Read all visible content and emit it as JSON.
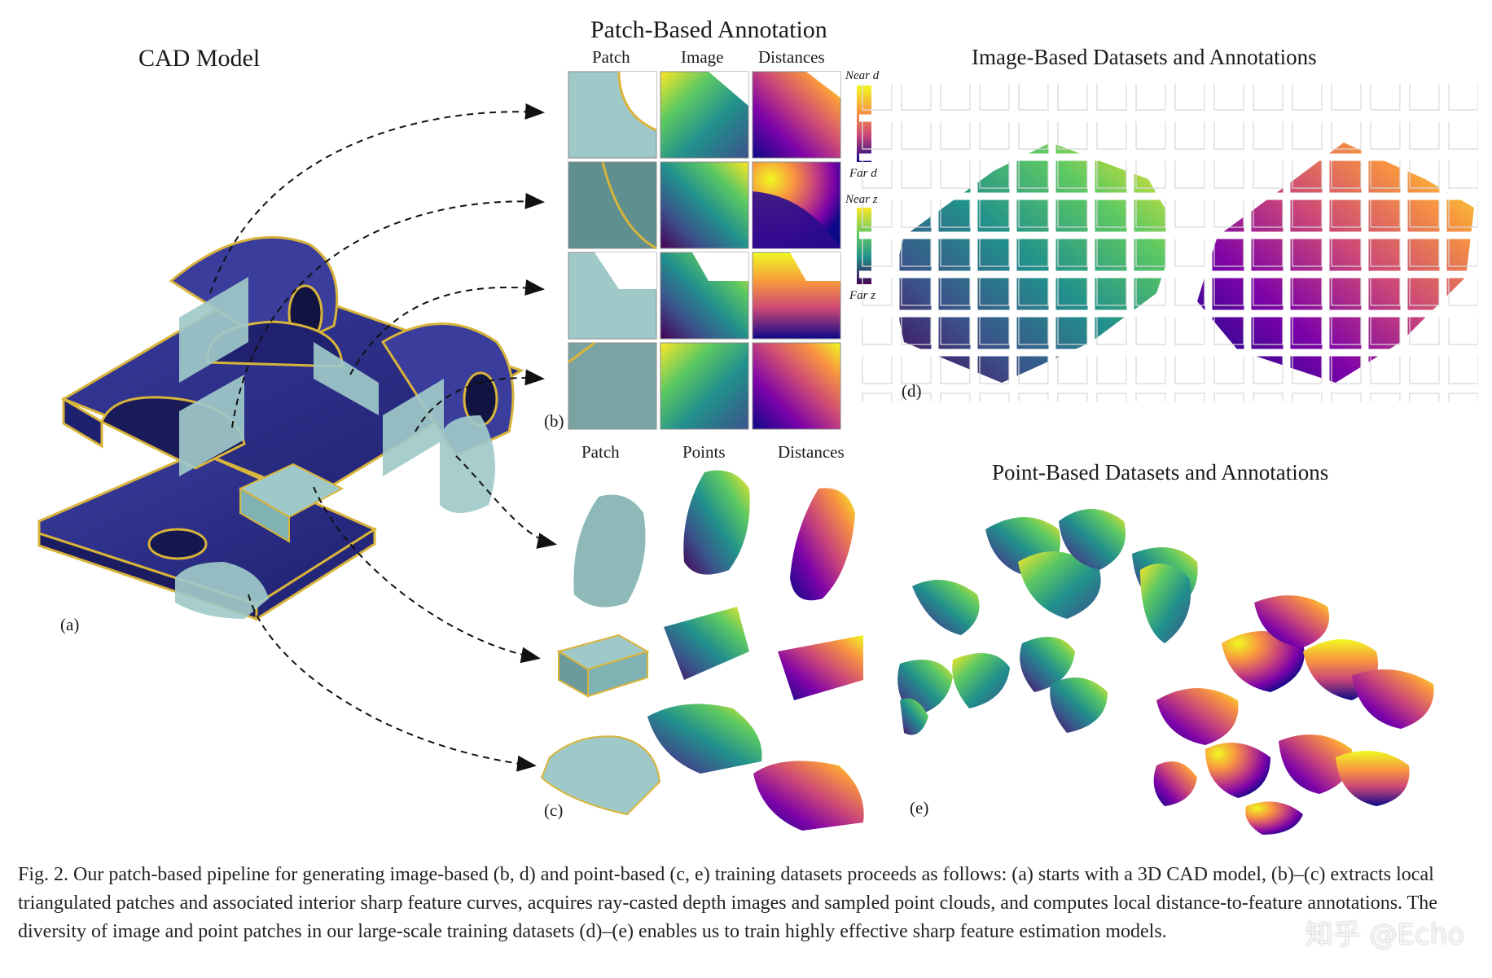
{
  "panel_a": {
    "title": "CAD Model",
    "label": "(a)"
  },
  "panel_b": {
    "title": "Patch-Based Annotation",
    "columns": [
      "Patch",
      "Image",
      "Distances"
    ],
    "colorbar_depth": {
      "near": "Near d",
      "far": "Far d"
    },
    "colorbar_z": {
      "near": "Near z",
      "far": "Far z"
    },
    "label": "(b)"
  },
  "panel_c": {
    "columns": [
      "Patch",
      "Points",
      "Distances"
    ],
    "label": "(c)"
  },
  "panel_d": {
    "title": "Image-Based Datasets and Annotations",
    "label": "(d)"
  },
  "panel_e": {
    "title": "Point-Based Datasets and Annotations",
    "label": "(e)"
  },
  "caption": {
    "text": "Fig. 2.  Our patch-based pipeline for generating image-based (b, d) and point-based (c, e) training datasets proceeds as follows: (a) starts with a 3D CAD model, (b)–(c) extracts local triangulated patches and associated interior sharp feature curves, acquires ray-casted depth images and sampled point clouds, and computes local distance-to-feature annotations. The diversity of image and point patches in our large-scale training datasets (d)–(e) enables us to train highly effective sharp feature estimation models."
  },
  "watermark": "知乎 @Echo",
  "colors": {
    "navy": "#2c2f8c",
    "gold": "#d8b43a",
    "teal": "#9fc9c9",
    "viridis": [
      "#440154",
      "#3b528b",
      "#21918c",
      "#5ec962",
      "#fde725"
    ],
    "plasma": [
      "#0d0887",
      "#7e03a8",
      "#cc4778",
      "#f89540",
      "#f0f921"
    ]
  }
}
